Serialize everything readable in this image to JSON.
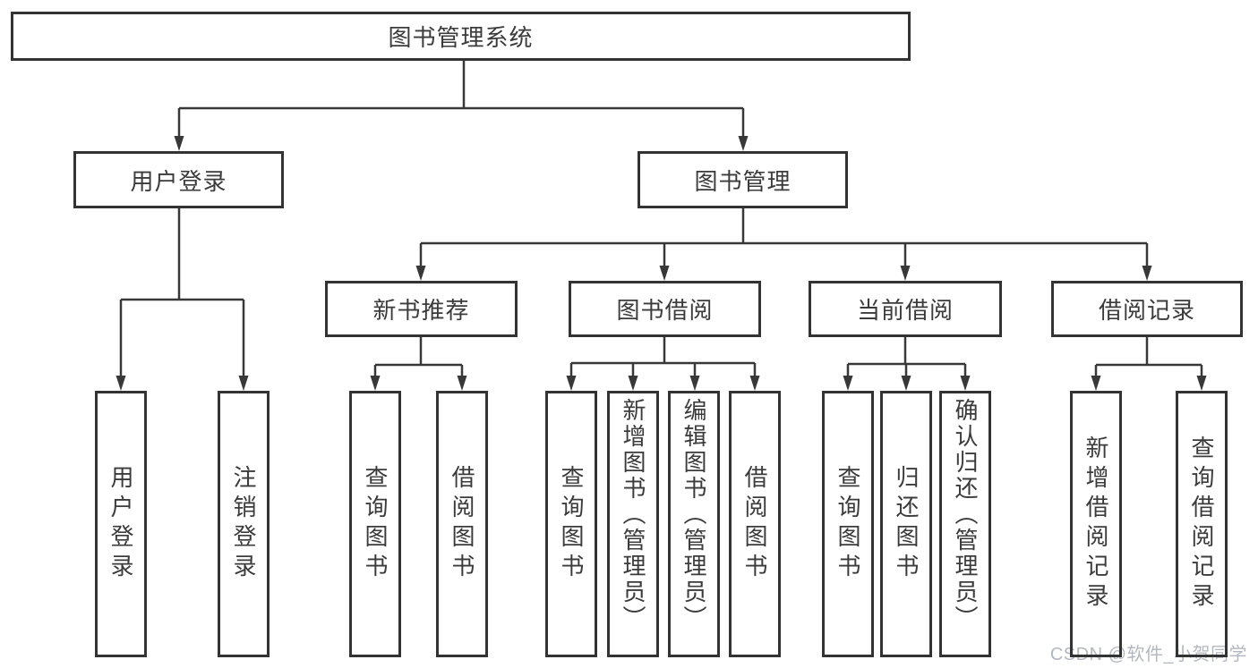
{
  "diagram": {
    "root": {
      "label": "图书管理系统"
    },
    "branches": [
      {
        "label": "用户登录",
        "children": [
          {
            "label": "用户登录"
          },
          {
            "label": "注销登录"
          }
        ]
      },
      {
        "label": "图书管理",
        "children": [
          {
            "label": "新书推荐",
            "children": [
              {
                "label": "查询图书"
              },
              {
                "label": "借阅图书"
              }
            ]
          },
          {
            "label": "图书借阅",
            "children": [
              {
                "label": "查询图书"
              },
              {
                "label": "新增图书（管理员）"
              },
              {
                "label": "编辑图书（管理员）"
              },
              {
                "label": "借阅图书"
              }
            ]
          },
          {
            "label": "当前借阅",
            "children": [
              {
                "label": "查询图书"
              },
              {
                "label": "归还图书"
              },
              {
                "label": "确认归还（管理员）"
              }
            ]
          },
          {
            "label": "借阅记录",
            "children": [
              {
                "label": "新增借阅记录"
              },
              {
                "label": "查询借阅记录"
              }
            ]
          }
        ]
      }
    ]
  },
  "watermark": {
    "text": "CSDN @软件_小贺同学"
  },
  "colors": {
    "border": "#333333",
    "line": "#383838",
    "text": "#3b3b3b",
    "watermark": "#b3b8c0",
    "background": "#ffffff"
  }
}
